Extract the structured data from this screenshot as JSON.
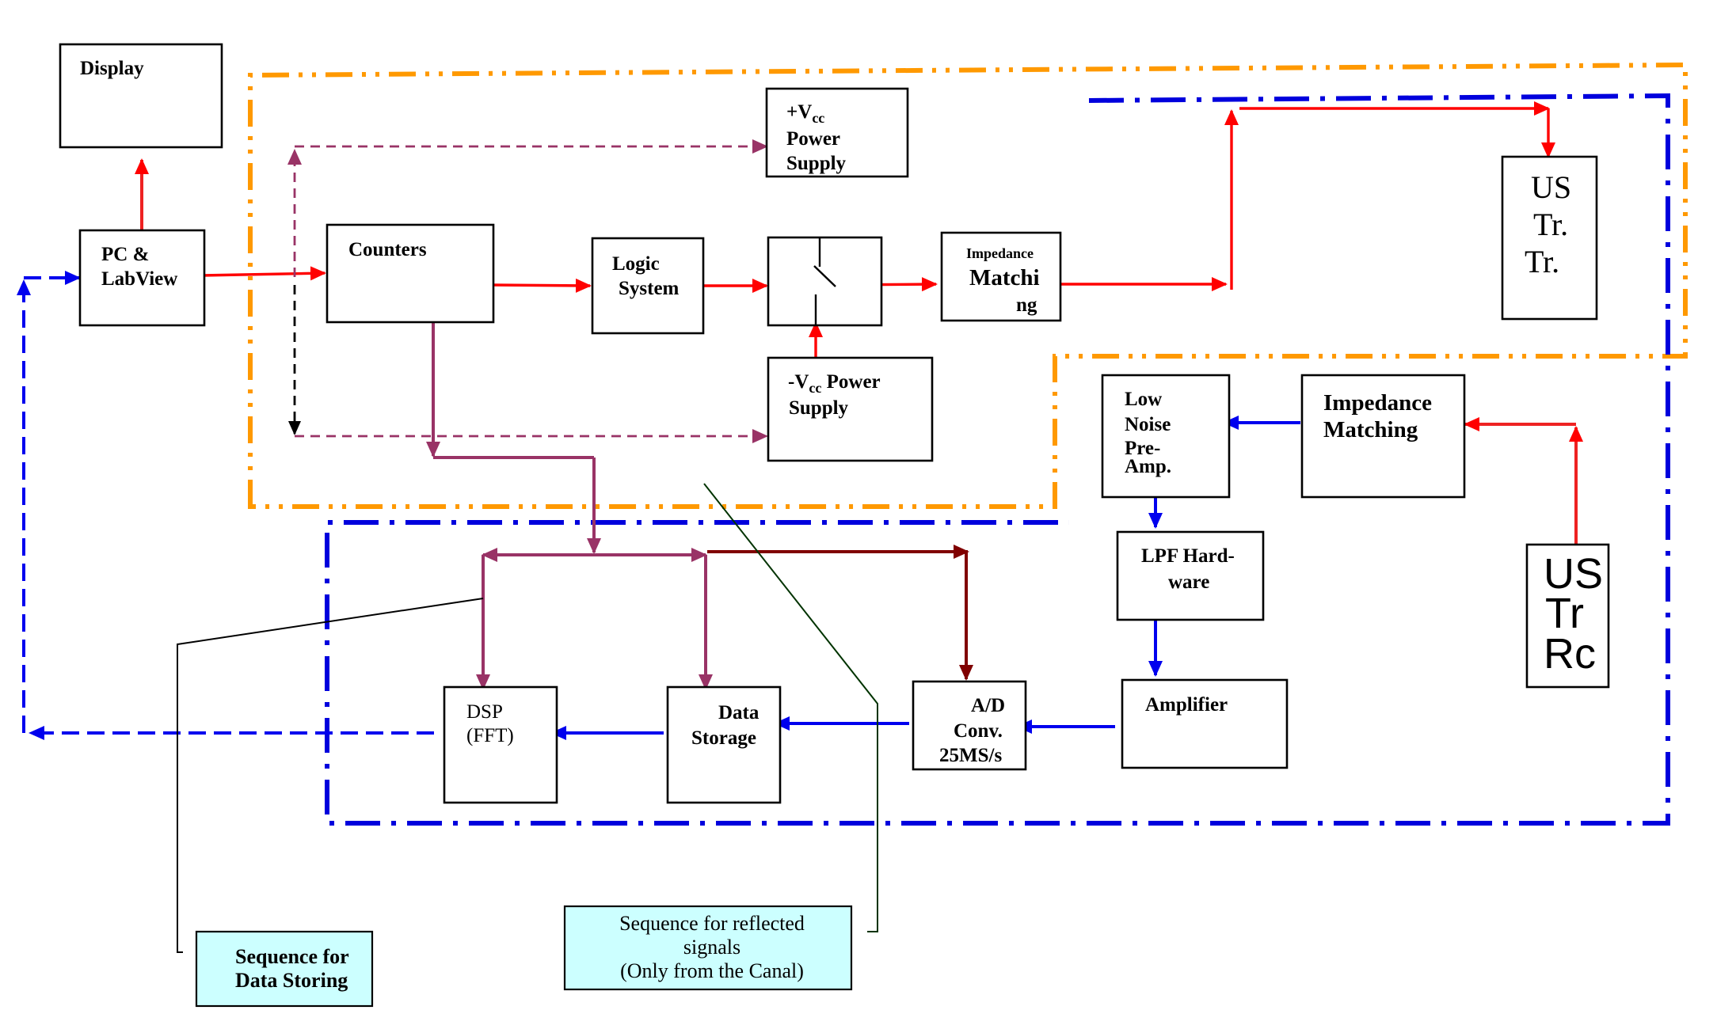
{
  "blocks": {
    "display": "Display",
    "pc": [
      "PC &",
      "LabView"
    ],
    "vcc_plus": {
      "prefix": "+V",
      "sub": "cc",
      "line2": "Power",
      "line3": "Supply"
    },
    "counters": "Counters",
    "logic": [
      "Logic",
      "System"
    ],
    "impedance_tx": {
      "small": "Impedance",
      "large": "Matchi",
      "tail": "ng"
    },
    "us_tr": [
      "US",
      "Tr.",
      "Tr."
    ],
    "vcc_minus": {
      "prefix": "-V",
      "sub": "cc",
      "suffix": " Power",
      "line2": "Supply"
    },
    "low_noise": [
      "Low",
      "Noise",
      "Pre-",
      "Amp."
    ],
    "impedance_rx": [
      "Impedance",
      "Matching"
    ],
    "lpf": [
      "LPF Hard-",
      "ware"
    ],
    "amplifier": "Amplifier",
    "us_rc": [
      "US",
      "Tr",
      "Rc"
    ],
    "adc": [
      "A/D",
      "Conv.",
      "25MS/s"
    ],
    "data_storage": [
      "Data",
      "Storage"
    ],
    "dsp": [
      "DSP",
      "(FFT)"
    ]
  },
  "notes": {
    "data_storing": [
      "Sequence for",
      "Data Storing"
    ],
    "reflected": [
      "Sequence for reflected",
      "signals",
      "(Only from the Canal)"
    ]
  },
  "colors": {
    "transmit_path": "#ff0000",
    "receive_path": "#0000ee",
    "control_path": "#993366",
    "adc_trigger": "#800000",
    "transmit_boundary": "#ff9900",
    "receive_boundary": "#0000dd",
    "note_fill": "#ccffff"
  }
}
